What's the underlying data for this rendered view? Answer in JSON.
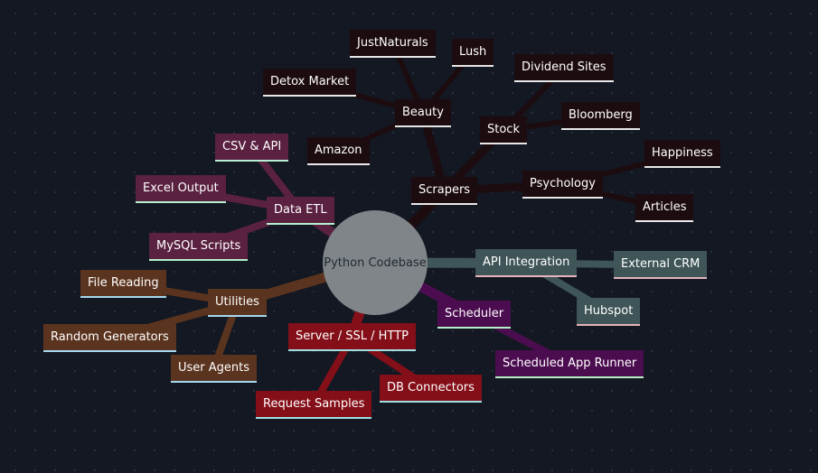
{
  "root": {
    "label": "Python Codebase",
    "color": "#7f8589"
  },
  "branches": [
    {
      "id": "scrapers",
      "color": "#1c0c0f",
      "label": "Scrapers",
      "children": [
        {
          "id": "beauty",
          "label": "Beauty",
          "children": [
            {
              "id": "justnaturals",
              "label": "JustNaturals"
            },
            {
              "id": "lush",
              "label": "Lush"
            },
            {
              "id": "detox-market",
              "label": "Detox Market"
            },
            {
              "id": "amazon",
              "label": "Amazon"
            }
          ]
        },
        {
          "id": "stock",
          "label": "Stock",
          "children": [
            {
              "id": "dividend-sites",
              "label": "Dividend Sites"
            },
            {
              "id": "bloomberg",
              "label": "Bloomberg"
            }
          ]
        },
        {
          "id": "psychology",
          "label": "Psychology",
          "children": [
            {
              "id": "happiness",
              "label": "Happiness"
            },
            {
              "id": "articles",
              "label": "Articles"
            }
          ]
        }
      ]
    },
    {
      "id": "data-etl",
      "color": "#5a2140",
      "label": "Data ETL",
      "children": [
        {
          "id": "csv-api",
          "label": "CSV & API"
        },
        {
          "id": "excel-output",
          "label": "Excel Output"
        },
        {
          "id": "mysql-scripts",
          "label": "MySQL Scripts"
        }
      ]
    },
    {
      "id": "utilities",
      "color": "#5b341f",
      "label": "Utilities",
      "children": [
        {
          "id": "file-reading",
          "label": "File Reading"
        },
        {
          "id": "random-generators",
          "label": "Random Generators"
        },
        {
          "id": "user-agents",
          "label": "User Agents"
        }
      ]
    },
    {
      "id": "server",
      "color": "#840f18",
      "label": "Server / SSL / HTTP",
      "children": [
        {
          "id": "request-samples",
          "label": "Request Samples"
        },
        {
          "id": "db-connectors",
          "label": "DB Connectors"
        }
      ]
    },
    {
      "id": "scheduler",
      "color": "#4c0d50",
      "label": "Scheduler",
      "children": [
        {
          "id": "scheduled-app-runner",
          "label": "Scheduled App Runner"
        }
      ]
    },
    {
      "id": "api-integration",
      "color": "#3f5557",
      "label": "API Integration",
      "children": [
        {
          "id": "external-crm",
          "label": "External CRM"
        },
        {
          "id": "hubspot",
          "label": "Hubspot"
        }
      ]
    }
  ]
}
